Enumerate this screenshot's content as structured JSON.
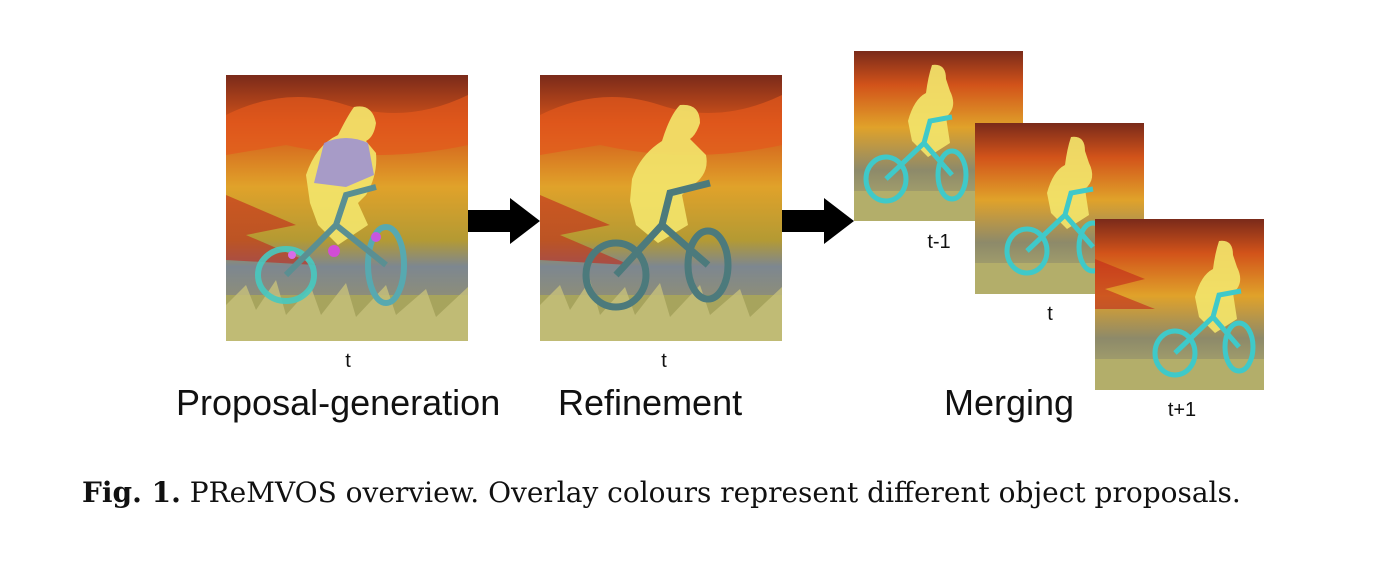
{
  "figure": {
    "stages": {
      "proposal": "Proposal-generation",
      "refinement": "Refinement",
      "merging": "Merging"
    },
    "frame_labels": {
      "proposal_t": "t",
      "refinement_t": "t",
      "merge_prev": "t-1",
      "merge_t": "t",
      "merge_next": "t+1"
    },
    "overlay_colors": {
      "person": "#f2e46a",
      "proposal_alt": "#9a8fd8",
      "bike_refined": "#4c7a7c",
      "bike_merged": "#3fc9c9"
    },
    "caption": {
      "label": "Fig. 1.",
      "text": "PReMVOS overview. Overlay colours represent different object proposals."
    }
  }
}
